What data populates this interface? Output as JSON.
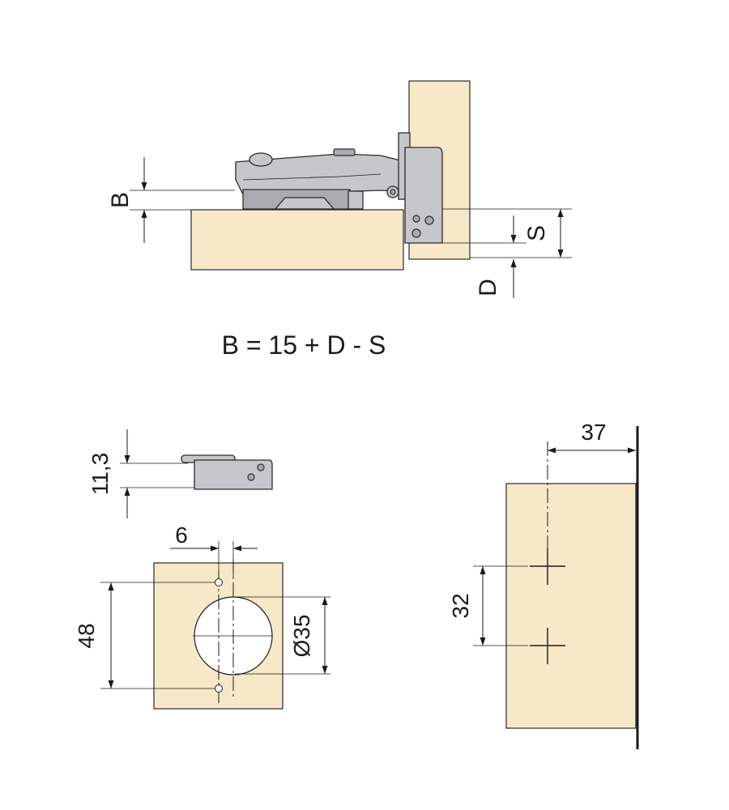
{
  "side_view": {
    "dim_b": "B",
    "dim_s": "S",
    "dim_d": "D"
  },
  "formula": "B = 15 + D - S",
  "cup_detail": {
    "dim_height": "11,3",
    "dim_offset": "6",
    "dim_spacing": "48",
    "dim_diameter": "Ø35"
  },
  "plate_detail": {
    "dim_edge": "37",
    "dim_spacing": "32"
  },
  "colors": {
    "wood": "#f7e8c8",
    "metal": "#c5c7cb",
    "line": "#1a1a1a"
  }
}
